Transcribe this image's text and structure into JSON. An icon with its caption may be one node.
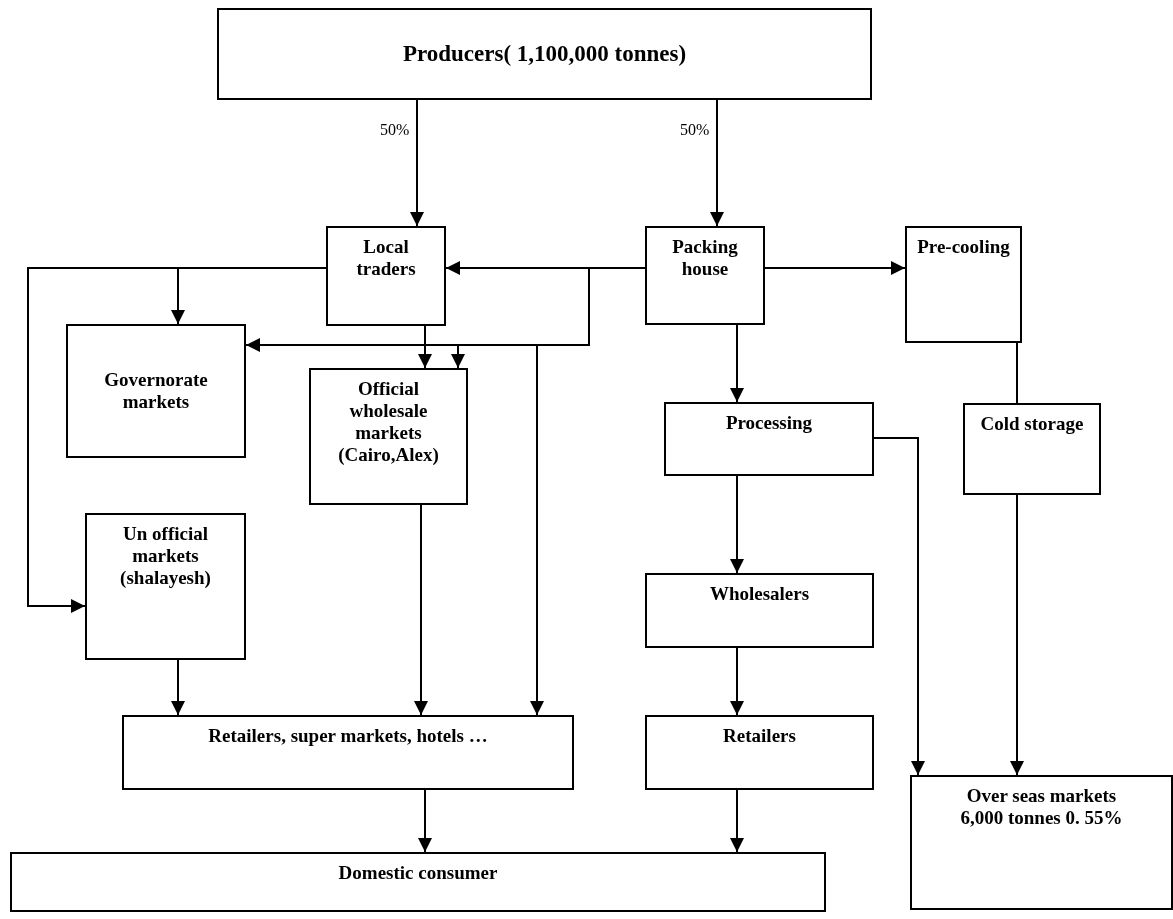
{
  "diagram": {
    "nodes": [
      {
        "text": [
          "Producers( 1,100,000 tonnes)"
        ]
      },
      {
        "text": [
          "Local traders"
        ]
      },
      {
        "text": [
          "Packing house"
        ]
      },
      {
        "text": [
          "Pre-cooling"
        ]
      },
      {
        "text": [
          "Governorate markets"
        ]
      },
      {
        "text": [
          "Official wholesale markets (Cairo,Alex)"
        ]
      },
      {
        "text": [
          "Processing"
        ]
      },
      {
        "text": [
          "Cold storage"
        ]
      },
      {
        "text": [
          "Un official markets (shalayesh)"
        ]
      },
      {
        "text": [
          "Wholesalers"
        ]
      },
      {
        "text": [
          "Retailers,  super markets, hotels …"
        ]
      },
      {
        "text": [
          "Retailers"
        ]
      },
      {
        "text": [
          "Domestic consumer"
        ]
      },
      {
        "text": [
          "Over seas markets 6,000  tonnes 0. 55%"
        ]
      }
    ],
    "edges": [
      {
        "from": 0,
        "to": 1,
        "arrow": "to",
        "label": "50%"
      },
      {
        "from": 0,
        "to": 2,
        "arrow": "to",
        "label": "50%"
      },
      {
        "from": 2,
        "to": 1,
        "arrow": "to"
      },
      {
        "from": 2,
        "to": 4,
        "arrow": "to"
      },
      {
        "from": 2,
        "to": 5,
        "arrow": "to"
      },
      {
        "from": 2,
        "to": 10,
        "arrow": "to"
      },
      {
        "from": 1,
        "to": 4,
        "arrow": "to"
      },
      {
        "from": 1,
        "to": 8,
        "arrow": "to"
      },
      {
        "from": 1,
        "to": 5,
        "arrow": "to"
      },
      {
        "from": 5,
        "to": 10,
        "arrow": "to"
      },
      {
        "from": 8,
        "to": 10,
        "arrow": "to"
      },
      {
        "from": 2,
        "to": 3,
        "arrow": "to"
      },
      {
        "from": 2,
        "to": 6,
        "arrow": "to"
      },
      {
        "from": 3,
        "to": 7,
        "arrow": "none"
      },
      {
        "from": 7,
        "to": 13,
        "arrow": "to"
      },
      {
        "from": 6,
        "to": 13,
        "arrow": "to"
      },
      {
        "from": 6,
        "to": 9,
        "arrow": "to"
      },
      {
        "from": 9,
        "to": 11,
        "arrow": "to"
      },
      {
        "from": 11,
        "to": 12,
        "arrow": "to"
      },
      {
        "from": 10,
        "to": 12,
        "arrow": "to"
      }
    ]
  }
}
